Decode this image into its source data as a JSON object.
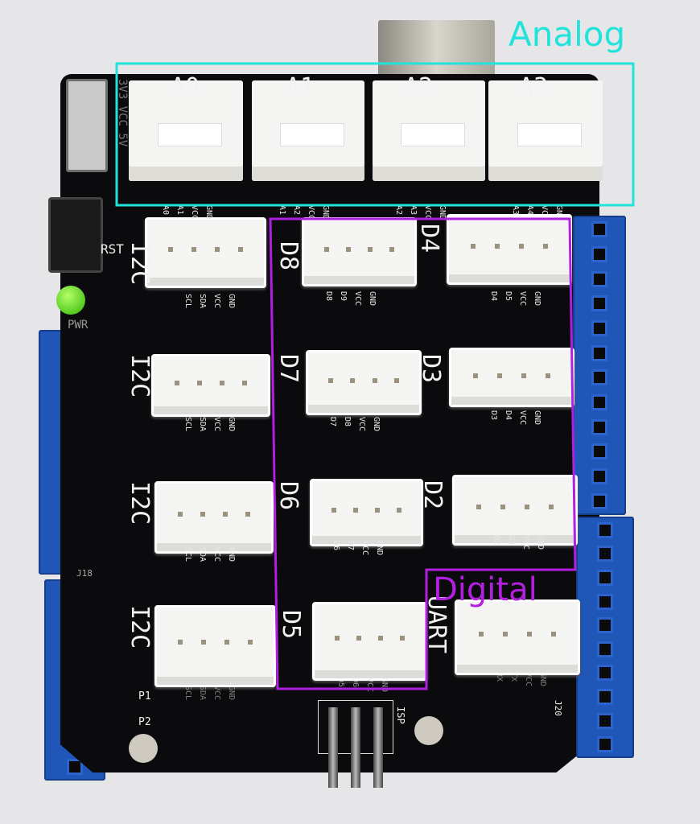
{
  "annotations": {
    "analog_label": "Analog",
    "digital_label": "Digital",
    "analog_color": "#22e3dc",
    "digital_color": "#b21fe0"
  },
  "board": {
    "voltage_label": "3V3_VCC_5V",
    "reset_label": "RST",
    "power_label": "PWR",
    "isp_label": "ISP",
    "j20_label": "J20",
    "j18_label": "J18",
    "p1_label": "P1",
    "p2_label": "P2"
  },
  "analog_ports": [
    {
      "name": "A0",
      "pins": [
        "A0",
        "A1",
        "VCC",
        "GND"
      ]
    },
    {
      "name": "A1",
      "pins": [
        "A1",
        "A2",
        "VCC",
        "GND"
      ]
    },
    {
      "name": "A2",
      "pins": [
        "A2",
        "A3",
        "VCC",
        "GND"
      ]
    },
    {
      "name": "A3",
      "pins": [
        "A3",
        "A4",
        "VCC",
        "GND"
      ]
    }
  ],
  "i2c_ports": [
    {
      "name": "I2C",
      "pins": [
        "SCL",
        "SDA",
        "VCC",
        "GND"
      ]
    },
    {
      "name": "I2C",
      "pins": [
        "SCL",
        "SDA",
        "VCC",
        "GND"
      ]
    },
    {
      "name": "I2C",
      "pins": [
        "SCL",
        "SDA",
        "VCC",
        "GND"
      ]
    },
    {
      "name": "I2C",
      "pins": [
        "SCL",
        "SDA",
        "VCC",
        "GND"
      ]
    }
  ],
  "digital_ports": [
    {
      "name": "D8",
      "pins": [
        "D8",
        "D9",
        "VCC",
        "GND"
      ]
    },
    {
      "name": "D4",
      "pins": [
        "D4",
        "D5",
        "VCC",
        "GND"
      ]
    },
    {
      "name": "D7",
      "pins": [
        "D7",
        "D8",
        "VCC",
        "GND"
      ]
    },
    {
      "name": "D3",
      "pins": [
        "D3",
        "D4",
        "VCC",
        "GND"
      ]
    },
    {
      "name": "D6",
      "pins": [
        "D6",
        "D7",
        "VCC",
        "GND"
      ]
    },
    {
      "name": "D2",
      "pins": [
        "D2",
        "D3",
        "VCC",
        "GND"
      ]
    },
    {
      "name": "D5",
      "pins": [
        "D5",
        "D6",
        "VCC",
        "GND"
      ]
    }
  ],
  "uart_port": {
    "name": "UART",
    "pins": [
      "RX",
      "TX",
      "VCC",
      "GND"
    ]
  }
}
